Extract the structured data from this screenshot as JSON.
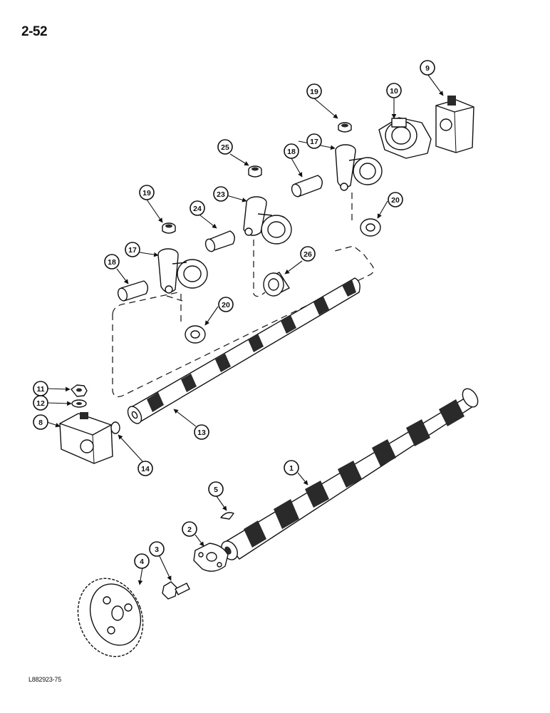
{
  "page_number": "2-52",
  "figure_code": "L882923-75",
  "callouts": [
    "1",
    "2",
    "3",
    "4",
    "5",
    "8",
    "9",
    "10",
    "11",
    "12",
    "13",
    "14",
    "17",
    "18",
    "19",
    "20",
    "23",
    "24",
    "25",
    "26"
  ]
}
